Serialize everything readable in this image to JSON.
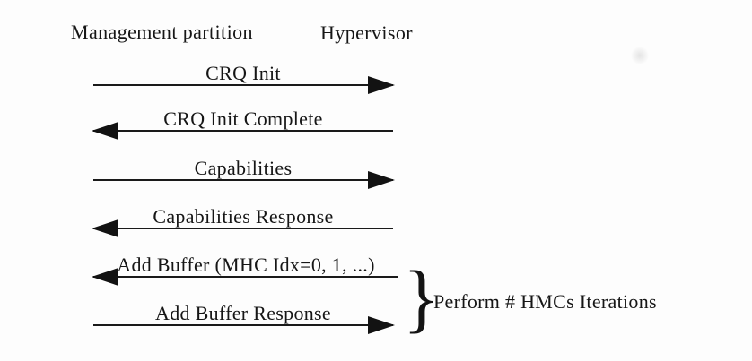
{
  "page": {
    "background": "#fdfdfd",
    "ink_color": "#161616",
    "line_color": "#1a1a1a"
  },
  "diagram": {
    "type": "sequence",
    "actors": [
      {
        "label": "Management partition"
      },
      {
        "label": "Hypervisor"
      }
    ],
    "messages": [
      {
        "label": "CRQ Init",
        "direction": "right",
        "from": "Management partition",
        "to": "Hypervisor"
      },
      {
        "label": "CRQ Init Complete",
        "direction": "left",
        "from": "Hypervisor",
        "to": "Management partition"
      },
      {
        "label": "Capabilities",
        "direction": "right",
        "from": "Management partition",
        "to": "Hypervisor"
      },
      {
        "label": "Capabilities Response",
        "direction": "left",
        "from": "Hypervisor",
        "to": "Management partition"
      },
      {
        "label": "Add Buffer (MHC Idx=0, 1, ...)",
        "direction": "left",
        "from": "Hypervisor",
        "to": "Management partition"
      },
      {
        "label": "Add Buffer Response",
        "direction": "right",
        "from": "Management partition",
        "to": "Hypervisor"
      }
    ],
    "annotation": {
      "brace_glyph": "}",
      "label": "Perform # HMCs Iterations",
      "applies_to": [
        "Add Buffer (MHC Idx=0, 1, ...)",
        "Add Buffer Response"
      ]
    }
  }
}
